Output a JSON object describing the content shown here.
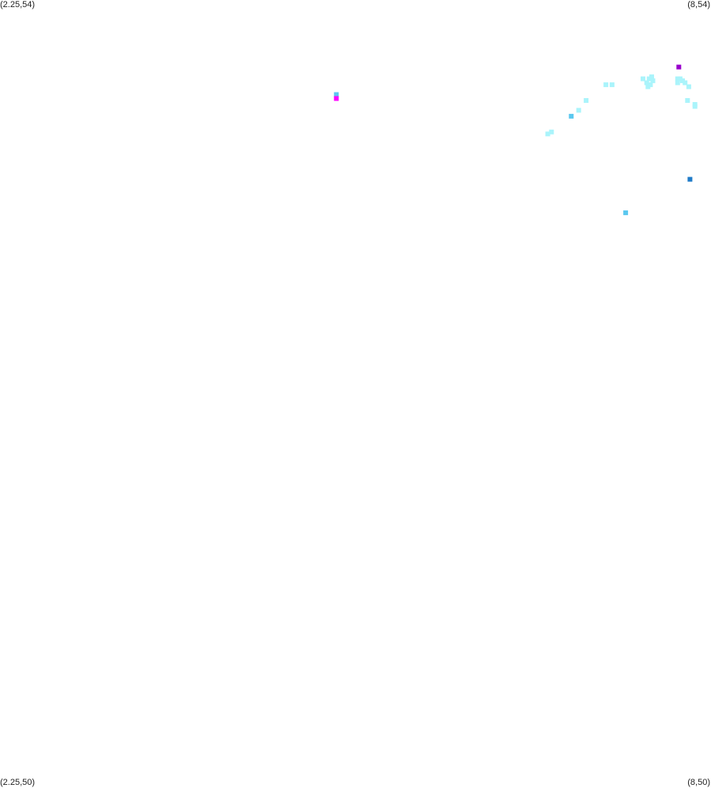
{
  "corners": {
    "top_left": "(2.25,54)",
    "top_right": "(8,54)",
    "bottom_left": "(2.25,50)",
    "bottom_right": "(8,50)"
  },
  "chart_data": {
    "type": "scatter",
    "xlim": [
      2.25,
      8
    ],
    "ylim": [
      50,
      54
    ],
    "grid": false,
    "marker": "square",
    "points": [
      {
        "x": 7.74,
        "y": 53.66,
        "color": "#9900cc"
      },
      {
        "x": 4.97,
        "y": 53.52,
        "color": "#5bc8ef"
      },
      {
        "x": 4.97,
        "y": 53.5,
        "color": "#ff00ff"
      },
      {
        "x": 7.15,
        "y": 53.57,
        "color": "#aaf4fb"
      },
      {
        "x": 7.2,
        "y": 53.57,
        "color": "#aaf4fb"
      },
      {
        "x": 7.45,
        "y": 53.6,
        "color": "#aaf4fb"
      },
      {
        "x": 7.48,
        "y": 53.58,
        "color": "#aaf4fb"
      },
      {
        "x": 7.5,
        "y": 53.6,
        "color": "#aaf4fb"
      },
      {
        "x": 7.52,
        "y": 53.61,
        "color": "#aaf4fb"
      },
      {
        "x": 7.53,
        "y": 53.59,
        "color": "#aaf4fb"
      },
      {
        "x": 7.51,
        "y": 53.57,
        "color": "#aaf4fb"
      },
      {
        "x": 7.49,
        "y": 53.56,
        "color": "#aaf4fb"
      },
      {
        "x": 7.73,
        "y": 53.6,
        "color": "#aaf4fb"
      },
      {
        "x": 7.75,
        "y": 53.6,
        "color": "#aaf4fb"
      },
      {
        "x": 7.77,
        "y": 53.59,
        "color": "#aaf4fb"
      },
      {
        "x": 7.79,
        "y": 53.58,
        "color": "#aaf4fb"
      },
      {
        "x": 7.73,
        "y": 53.58,
        "color": "#aaf4fb"
      },
      {
        "x": 7.82,
        "y": 53.56,
        "color": "#aaf4fb"
      },
      {
        "x": 7.81,
        "y": 53.49,
        "color": "#aaf4fb"
      },
      {
        "x": 7.87,
        "y": 53.47,
        "color": "#aaf4fb"
      },
      {
        "x": 7.87,
        "y": 53.46,
        "color": "#aaf4fb"
      },
      {
        "x": 6.99,
        "y": 53.49,
        "color": "#aaf4fb"
      },
      {
        "x": 6.93,
        "y": 53.44,
        "color": "#aaf4fb"
      },
      {
        "x": 6.87,
        "y": 53.41,
        "color": "#5bc8ef"
      },
      {
        "x": 6.71,
        "y": 53.33,
        "color": "#aaf4fb"
      },
      {
        "x": 6.68,
        "y": 53.32,
        "color": "#aaf4fb"
      },
      {
        "x": 7.83,
        "y": 53.09,
        "color": "#1f7bc8"
      },
      {
        "x": 7.31,
        "y": 52.92,
        "color": "#5bc8ef"
      }
    ]
  }
}
